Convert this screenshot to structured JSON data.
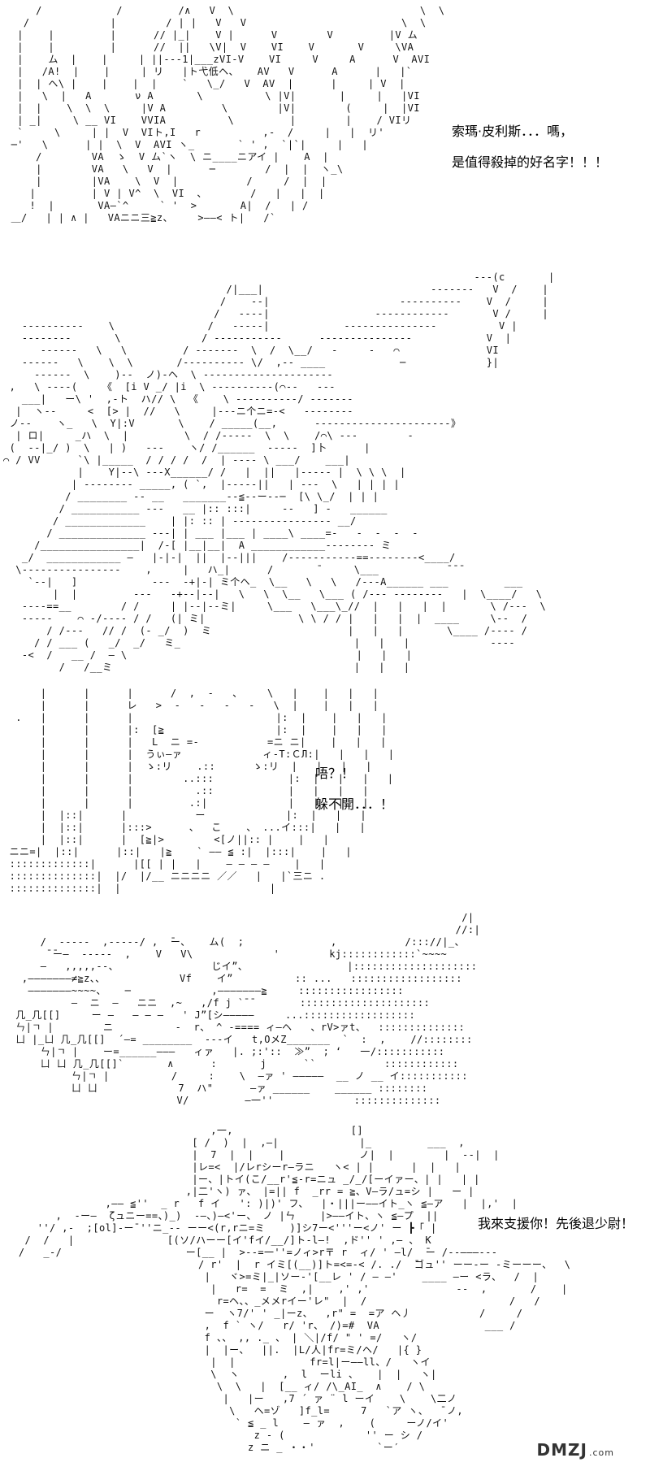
{
  "panels": [
    {
      "art": "     /            /         /∧   V  \\                              \\  \\\n   /             |        / | |   V   V                         \\  \\\n  |    |         |      // |_|    V |      V        V         |V ム\n  |    |         |      //  ||   \\V|  V    VI    V       V     \\VA\n  |    ム  |    |     | ||---1|___zVI-V    VI     V     A      V  AVI\n  |   /A!  |    |     | リ   |ト弋低ヘ、   AV   V      A      |   |`\n  |  | ヘ\\ |    |    |  |    `   \\_/   V  AV  |      |     | V  |\n  |   \\  |   A       ν A       \\          \\ |V|       |     |   |VI\n  |  |    \\  \\  \\     |V A         \\        |V|        (     |  |VI\n  | _|     \\ __ VI    VVIA          \\         |        |    / VIリ\n  `     \\     | |  V  VIト,I   r          ,-  /     |   |  リ'\n ─'   \\      | |  \\  V  AVI ヽ_       ` ' ,  `|`|     |   |\n     /        VA  ゝ  V ム`ヽ  \\ ニ____ニアイ |    A  |\n     |        VA   \\   V  |      ─        /  |  |  ヽ_\\\n     |        |VA    \\  V  |           /     /  |  |\n    |         | V | V^  \\  VI  、       /   |   |  |\n    !  |       VA―`^     ` '  >       A|  /   | /\n ＿/   | | ∧ |   VAニニ三≧z、    >――< ト|   /`",
      "lines": [
        "索瑪·皮利斯．．．嗎，",
        "是值得殺掉的好名字！！！"
      ]
    },
    {
      "art": "                                                                            ---(c       |\n                                    /|___|                           -------   V  /    |\n                                   /    --|                     ----------    V  /     |\n                                  /   ----|                 ------------       V /     |\n   ----------    \\               /   -----|            ---------------          V |\n   --------       \\             / -----------      ---------------            V  |\n      ------   \\   \\         / -------  \\  /  \\__/   -     -   ⌒              VI\n   ------   \\    \\  \\       /---------- \\/  ,-- ____            ─             }|\n     ------  \\    )--  ノ)-ヘ  \\ ---------------------\n ,   \\ ----(    《  [i V _/ |i  \\ ----------(⌒--   ---\n   ___|   ー\\ '  ,-ト  ハ// \\  《    \\ ----------/ -------\n  |  ヽ--     <  [> |  //   \\     |---ニ个ニ=-<   --------\n ノ--    ヽ_   \\  Y|:V       \\    / _____(__,      ----------------------》\n  | ロ|     _ハ  \\  |         \\  / /-----  \\  \\    /⌒\\ ---        -\n (  --|_/ )  \\   | )   ---    ヽ/ /______  -----  ]卜      |\n⌒ / VV      `\\ |_____  / / / /  /  | ---- \\ ___/    ___|\n            |    Y|--\\ ---X______/ /   |  ||   |----- |  \\ \\ \\  |\n           | -------- _____, ( `,  |-----||   | ---  \\   | | | |\n          / ________ -- __   _______--≦--ー--─  [\\ \\_/  | | |\n         / ___________ ---   __ |:: :::|     --   ] -   ______\n        / _____________    | |: :: | ---------------- __/\n       / ______________ ---| | ___ |___ | ____\\ ____=-   -  -  -  -\n     /________________|  /-[ |__|__|  A ____________-------- ミ\n   _/  ____________ ―   |-|-|  ||  |--|||    /-----------==--------<____/\n  \\----------------    ,     |   ハ_|      /       ̄      \\___           ̄ ̄ ̄\n    `--|   ]            ---  -+|-| ミ个ヘ_  \\__   \\   \\   /---A______ ___         ___\n        |  |         ---   -+--|--|   \\   \\  \\__   \\___ ( /--- --------   |  \\____/   \\\n   ----==__        / /     | |--|--ミ|     \\___   \\___\\_//  |   |   |  |       \\ /---  \\\n   -----    ⌒ -/---- / /   (| ミ|               \\ \\ / / |   |   |  |  ____     \\--  /\n       / /---   // /  (- _/  )  ミ                      |   |   |       \\____ /---- /\n     / / ___ (   _/  _/   ミ_                            |   |   |             ----\n   -<  /   __ /  ― \\                                     |   |   |\n         /   /__ミ                                       |   |   |",
      "lines": []
    },
    {
      "art": "      |      |      |      /  ,  -   、    \\   |    |   |   |\n      |      |      レ   >  -   -   -   -   \\  |    |   |   |\n  .   |      |      |                       |:  |    |   |   |\n      |      |      |:  [≧                  |:  |    |   |   |\n      |      |      |   L  ニ =-           =ニ ニ|    |   |   |\n      |      |      |  うぃ―ァ             ィ-T:ＣЛ:|   |   |   |\n      |      |      |  ゝ:リ    .::      ゝ:リ  |   |   |   |\n      |      |      |        ..:::            |:  |   |   |   |\n      |      |      |          .::            |   |   |   |\n      |      |      |         .:|             |   |   |   |\n      |  |::|      |           ー             |:  |   |   |\n      |  |::|      |:::>      、  こ    、 ...イ:::|   |   |\n      |  |::|      |  [≧|>        <[ノ||:: |    |   |\n ニニ=|  |::|      |::|   |≧    ` ―― ≦ :|  |:::|    |   |\n :::::::::::::|      |[[ | |   |    ― ― ― ―    |   |\n ::::::::::::::|  |/  |/__ ニニニニ ／／   |   |`三ニ .\n ::::::::::::::|  |                        |",
      "lines": [
        "唔？！",
        "躲不開．．．！"
      ]
    },
    {
      "art": "                                                                          /|\n                                                                         //:|  \n      /  -----  ,-----/ ,  ̄ー、   ム(  ;              ,           /::://|_、\n       ̄ ̄ー―  -----  ,    V   V\\             '        kj::::::::::::`~~~~\n      ―   ,,,,,--、               じイ”、                |::::::::::::::::::::\n   ,―――――――≠≧z、、            Vf    イ”          :: ...   ::::::::::::::::::\n    ―――――――~~~~、   ─             ,―――――――≧     :::::::::::::::::\n           ―  ニ  ―   ニニ  ,~   ,/f j `̄ ̄        :::::::::::::::::::::\n  几_几[[]     ー ―   ― ― ―   ' J”[シ―――――     ...::::::::::::::::::\n  ㄣ|ㄱ |        ニ          -  r、 ^ -==== ィ―ヘ   、rV>ァt、  ::::::::::::::\n  ㄩ |_ㄩ 几_几[[]  ´―= ________  ---イ   t,OメZ_______  `  :  ,    //::::::::\n      ㄣ|ㄱ |    ー=______―――   ィァ   |. ;:'::  ≫”  ; ‘   一/:::::::::::\n      ㄩ ㄩ 几_几[[]`       ∧      :       j      ``           ::::::::::::\n           ㄣ|ㄱ |          /     :    \\  ―ァ ' ―――――  __ ノ __ イ:::::::::::\n           ㄩ ㄩ             7  ハ\"      ―ァ ______    ______ ::::::::\n                            V/         ―一''             ::::::::::::::",
      "lines": []
    },
    {
      "art": "                                  ,一,                   []\n                               [ /  )  |  ,―|             |_         ___  ,\n                               |  7  |  |    |            ノ|  |        |  --|  |\n                               |レ=<  |/レrシーr―ラニ   ヽ< | |      |  |   |\n                               |ー、|トイ(こ/__r'≦-r=ニュ _/_/[ーイァー、| |   | |\n                              ,|二'ヽ) ァ、 |=|| f  _rr = ≧、V―ラ/ュ=シ |   ー |\n                 ,―― ≦''  _ r   f イ   ': )|)' フ、  |・|||ー――イト_ヽ ≦―ア   |  |,'  |\n         ,  -ー―  ζュニー==、)_)  -―、)―<'ー、 ノ |ㄣ    |>――イト、ヽ ≦―プ  ||\n      ''/ ,-  ;[ol]-ー¯''ニ_-- ーー<(r,rニ=ミ    )]シ7ー<'''ー<ノ' ー ┣「 |\n    /  /   |               [(ソ/ハーー[イ'fイ/__/]ト-l―!  ,ド'' ' ,― 、 K\n   /   _-/                    ー[__ |  >--=一''=ノィ>r〒 r  ィ/ ' ―l/  ̄ー /--―――---\n                                / r'  |  r イミ[(__)]ト=<=-< /. ./  ̄ゴュ'' ーー-ー -ミーーー、  \\\n                                 |   ヾ>=ミ|_|ソー-'[__レ ' / ― ―'    ____ ―ー <ラ、  /  |\n                                  |   r=  =  ミ  ,|    ,' ,'              --  ,       /    |\n                                   r=ヘ、、_メメrイー'レ\"  |  /                       /   / \n                                 ー  ヽ7/' ' _|ーz、  ,r\" =  =ア ヘ丿           /     /\n                                 ,  f ` ヽ/   r/ 'r、 /)=#  VA                 ___ /\n                                 f 、、 ,, ._ 、 | ＼|/f/ \" ' =/   ヽ/         \n                                 |  |ー、  ||.  |L/人|fr=ミ/ヘ/   |{ }\n                                  |  |            fr=l|ー――ll、/   ヽイ\n                                  \\  ヽ       ,  l  ーli 、   |  |   ヽ|\n                                   \\  \\   |  [__ ィ/ /\\_AI_  ∧    / \\\n                                    |   |ー   ,7 ´ ァ ¨ l ーイ    \\    \\二ノ\n                                     \\   ヘ=ゾ   ]f_l=     7   `ア ヽ、  ̄ ノ,\n                                      ` ≦ _ l    ― ァ  ,    (     ーノ/イ'\n                                         z - (             '' ー シ /\n                                        z ニ _ ・・'          `ー′",
      "lines": [
        "我來支援你！先後退少尉！"
      ]
    }
  ],
  "watermark": {
    "logo": "DMZJ",
    "suffix": ".com"
  }
}
